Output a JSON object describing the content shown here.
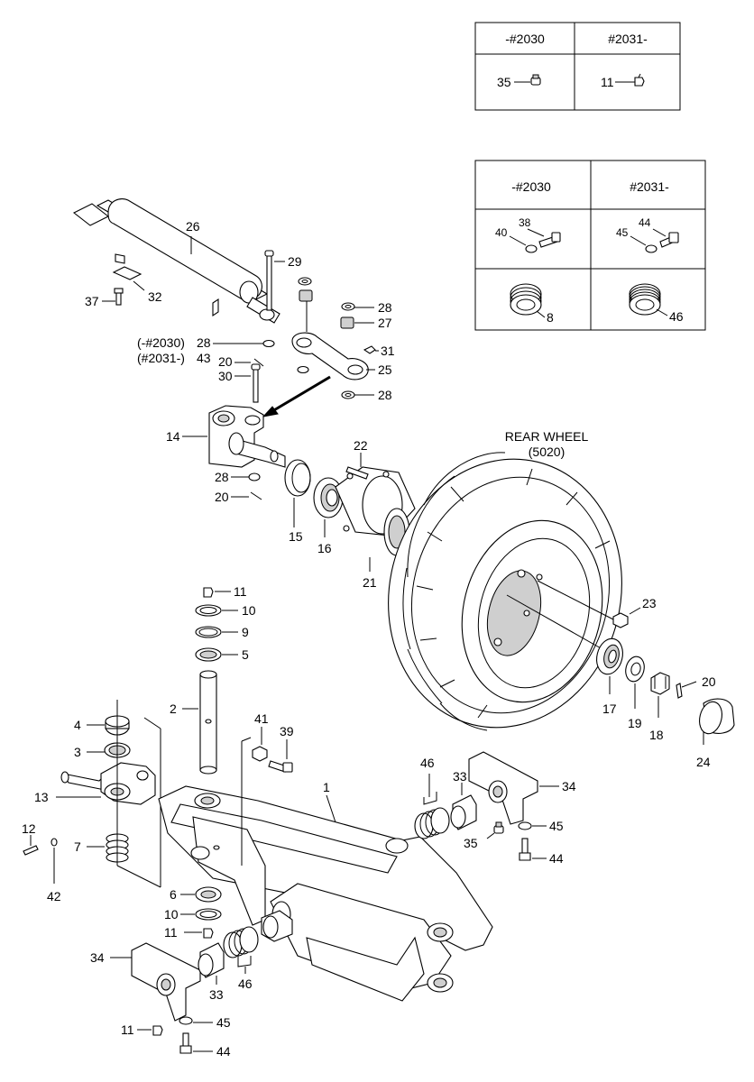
{
  "table_top": {
    "headers": [
      "-#2030",
      "#2031-"
    ],
    "cells": [
      {
        "part": "35"
      },
      {
        "part": "11"
      }
    ]
  },
  "table_mid": {
    "headers": [
      "-#2030",
      "#2031-"
    ],
    "row1": [
      {
        "parts": [
          "40",
          "38"
        ]
      },
      {
        "parts": [
          "45",
          "44"
        ]
      }
    ],
    "row2": [
      {
        "part": "8"
      },
      {
        "part": "46"
      }
    ]
  },
  "wheel_label": {
    "line1": "REAR WHEEL",
    "line2": "(5020)"
  },
  "serial_notes": {
    "a": "(-#2030)",
    "b": "(#2031-)"
  },
  "callouts": {
    "c1": "1",
    "c2": "2",
    "c3": "3",
    "c4": "4",
    "c5": "5",
    "c6": "6",
    "c7": "7",
    "c9": "9",
    "c10a": "10",
    "c10b": "10",
    "c11a": "11",
    "c11b": "11",
    "c11c": "11",
    "c12": "12",
    "c13": "13",
    "c14": "14",
    "c15": "15",
    "c16": "16",
    "c17": "17",
    "c18": "18",
    "c19": "19",
    "c20a": "20",
    "c20b": "20",
    "c20c": "20",
    "c21": "21",
    "c22": "22",
    "c23": "23",
    "c24": "24",
    "c25": "25",
    "c26": "26",
    "c27": "27",
    "c28a": "28",
    "c28b": "28",
    "c28c": "28",
    "c28d": "28",
    "c29": "29",
    "c30": "30",
    "c31": "31",
    "c32": "32",
    "c33a": "33",
    "c33b": "33",
    "c34a": "34",
    "c34b": "34",
    "c35": "35",
    "c37": "37",
    "c39": "39",
    "c41": "41",
    "c42": "42",
    "c43": "43",
    "c44a": "44",
    "c44b": "44",
    "c45a": "45",
    "c45b": "45",
    "c46a": "46",
    "c46b": "46"
  }
}
